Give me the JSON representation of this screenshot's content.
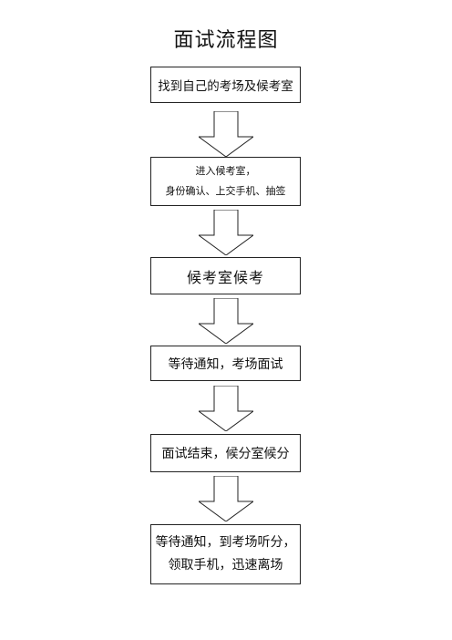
{
  "title": "面试流程图",
  "steps": [
    {
      "lines": [
        "找到自己的考场及候考室"
      ]
    },
    {
      "lines": [
        "进入候考室，",
        "身份确认、上交手机、抽签"
      ]
    },
    {
      "lines": [
        "候考室候考"
      ]
    },
    {
      "lines": [
        "等待通知，考场面试"
      ]
    },
    {
      "lines": [
        "面试结束，候分室候分"
      ]
    },
    {
      "lines": [
        "等待通知，到考场听分，",
        "领取手机，迅速离场"
      ]
    }
  ]
}
